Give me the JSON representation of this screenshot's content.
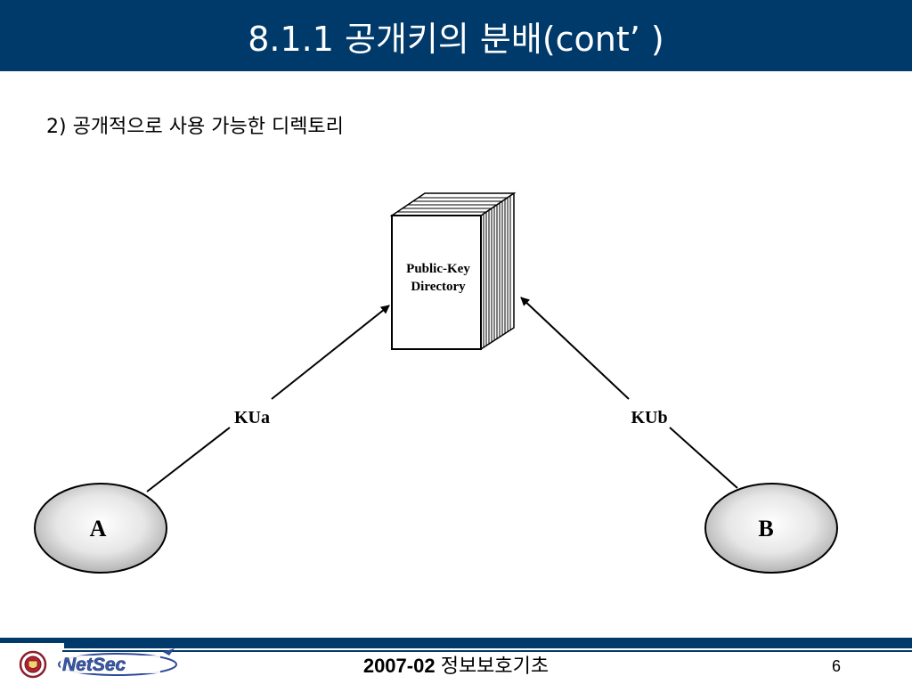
{
  "header": {
    "title": "8.1.1 공개키의 분배(cont’ )",
    "bg_color": "#003a6b"
  },
  "content": {
    "subtitle": "2) 공개적으로 사용 가능한 디렉토리"
  },
  "diagram": {
    "directory_label_1": "Public-Key",
    "directory_label_2": "Directory",
    "node_a": "A",
    "node_b": "B",
    "key_a": "KUa",
    "key_b": "KUb"
  },
  "footer": {
    "year": "2007-02",
    "course": "정보보호기초",
    "page": "6",
    "logo_text": "NetSec",
    "seal_icon": "university-seal-icon"
  }
}
